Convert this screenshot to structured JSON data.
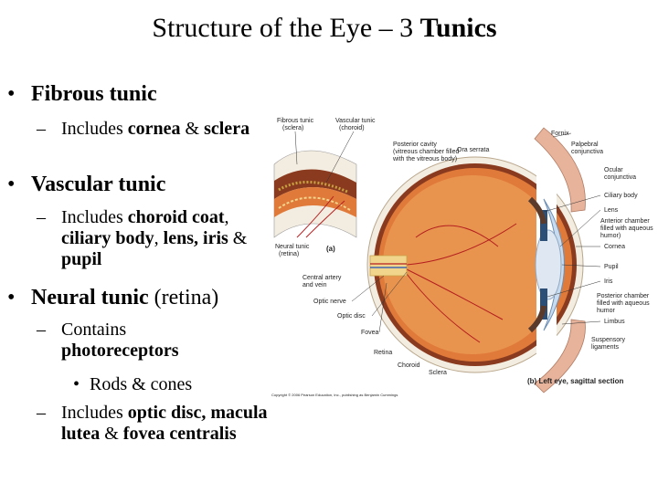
{
  "slide": {
    "title_plain": "Structure of the Eye – 3 ",
    "title_bold": "Tunics"
  },
  "bullets": {
    "fibrous": {
      "heading": "Fibrous tunic",
      "sub": {
        "a": "Includes ",
        "b": "cornea",
        "c": " & ",
        "d": "sclera"
      }
    },
    "vascular": {
      "heading": "Vascular tunic",
      "sub": {
        "a": "Includes ",
        "b": "choroid coat",
        "c": ", ",
        "d": "ciliary body",
        "e": ", ",
        "f": "lens, iris",
        "g": " & ",
        "h": "pupil"
      }
    },
    "neural": {
      "heading": "Neural tunic",
      "heading_suffix": " (retina)",
      "sub1": {
        "a": "Contains ",
        "b": "photoreceptors"
      },
      "sub1_item": "Rods & cones",
      "sub2": {
        "a": "Includes ",
        "b": "optic disc, macula lutea",
        "c": " & ",
        "d": "fovea centralis"
      }
    }
  },
  "figure": {
    "labels": {
      "fibrous_tunic": "Fibrous tunic",
      "sclera_paren": "(sclera)",
      "vascular_tunic": "Vascular tunic",
      "choroid_paren": "(choroid)",
      "posterior_cavity": "Posterior cavity",
      "posterior_cavity_2": "(vitreous chamber filled",
      "posterior_cavity_3": "with the vitreous body)",
      "ora_serrata": "Ora serrata",
      "fornix": "Fornix",
      "palpebral": "Palpebral",
      "conjunctiva_1": "conjunctiva",
      "ocular": "Ocular",
      "conjunctiva_2": "conjunctiva",
      "ciliary_body": "Ciliary body",
      "lens": "Lens",
      "anterior_chamber": "Anterior chamber",
      "anterior_chamber_2": "filled with aqueous",
      "anterior_chamber_3": "humor)",
      "cornea": "Cornea",
      "pupil": "Pupil",
      "iris": "Iris",
      "posterior_chamber": "Posterior chamber",
      "posterior_chamber_2": "filled with aqueous",
      "posterior_chamber_3": "humor",
      "limbus": "Limbus",
      "suspensory": "Suspensory",
      "ligaments": "ligaments",
      "neural_tunic": "Neural tunic",
      "retina_paren": "(retina)",
      "panel_a": "(a)",
      "central_artery": "Central artery",
      "and_vein": "and vein",
      "optic_nerve": "Optic nerve",
      "optic_disc": "Optic disc",
      "fovea": "Fovea",
      "retina": "Retina",
      "choroid": "Choroid",
      "sclera": "Sclera",
      "caption": "(b) Left eye, sagittal section",
      "copyright": "Copyright © 2006 Pearson Education, Inc., publishing as Benjamin Cummings"
    },
    "colors": {
      "sclera": "#f3ece0",
      "choroid": "#8a3b1f",
      "retina": "#e07a3a",
      "vitreous": "#e8944f",
      "cornea": "#c9dcef",
      "lens": "#dfe8f2",
      "iris": "#2c4f78",
      "vessel": "#b51f1f",
      "nerve": "#f2d58c",
      "lid": "#e7b39b"
    }
  }
}
